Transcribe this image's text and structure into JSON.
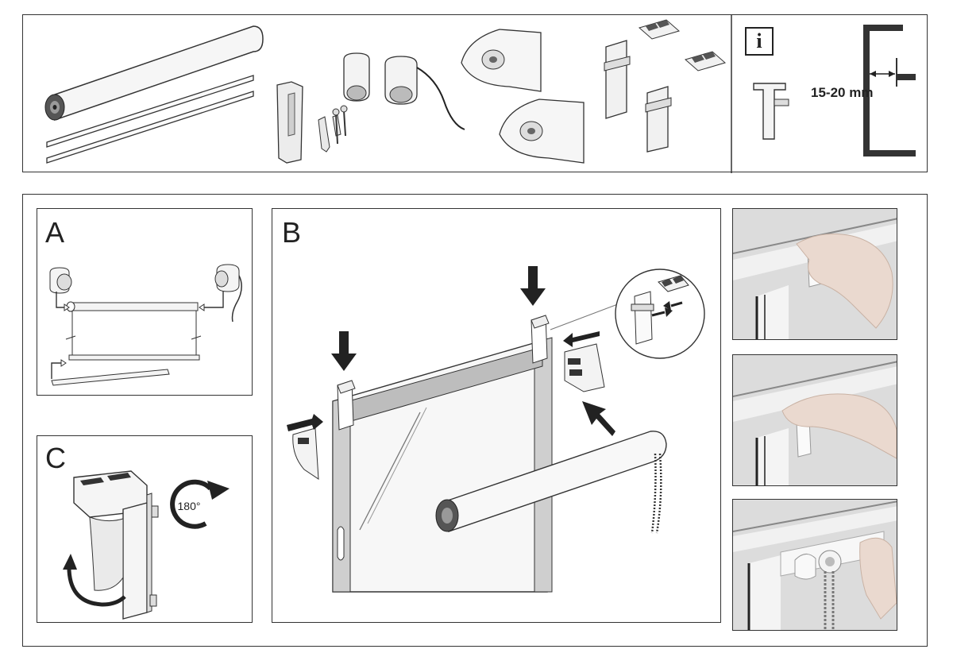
{
  "panels": {
    "a_label": "A",
    "b_label": "B",
    "c_label": "C"
  },
  "info": {
    "icon_glyph": "i",
    "measurement": "15-20 mm"
  },
  "rotation": {
    "label": "180°"
  },
  "colors": {
    "line": "#333333",
    "fill_light": "#f4f4f4",
    "fill_mid": "#cfcfcf",
    "fill_dark": "#555555",
    "photo_bg": "#e6e6e6",
    "skin": "#efe4dc"
  }
}
